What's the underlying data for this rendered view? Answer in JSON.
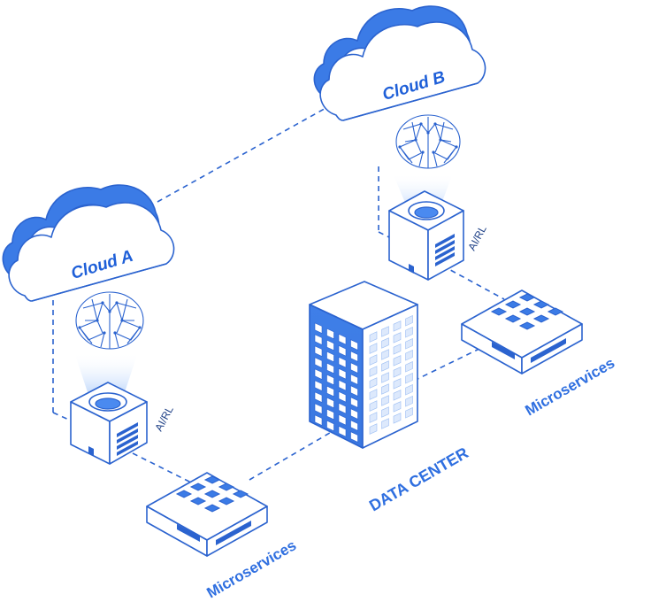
{
  "clouds": [
    {
      "label": "Cloud A"
    },
    {
      "label": "Cloud B"
    }
  ],
  "ai_nodes": [
    {
      "label": "AI/RL"
    },
    {
      "label": "AI/RL"
    }
  ],
  "microservices": [
    {
      "label": "Microservices"
    },
    {
      "label": "Microservices"
    }
  ],
  "data_center": {
    "label": "DATA CENTER"
  },
  "colors": {
    "accent": "#2b63cf",
    "accent_light": "#4a8af0",
    "text_blue": "#2f6fe0",
    "cloud_fill": "#4586ef",
    "beam": "#cfe1fb"
  },
  "icons": [
    "cloud-icon",
    "brain-icon",
    "ai-box-icon",
    "server-icon",
    "building-icon"
  ]
}
